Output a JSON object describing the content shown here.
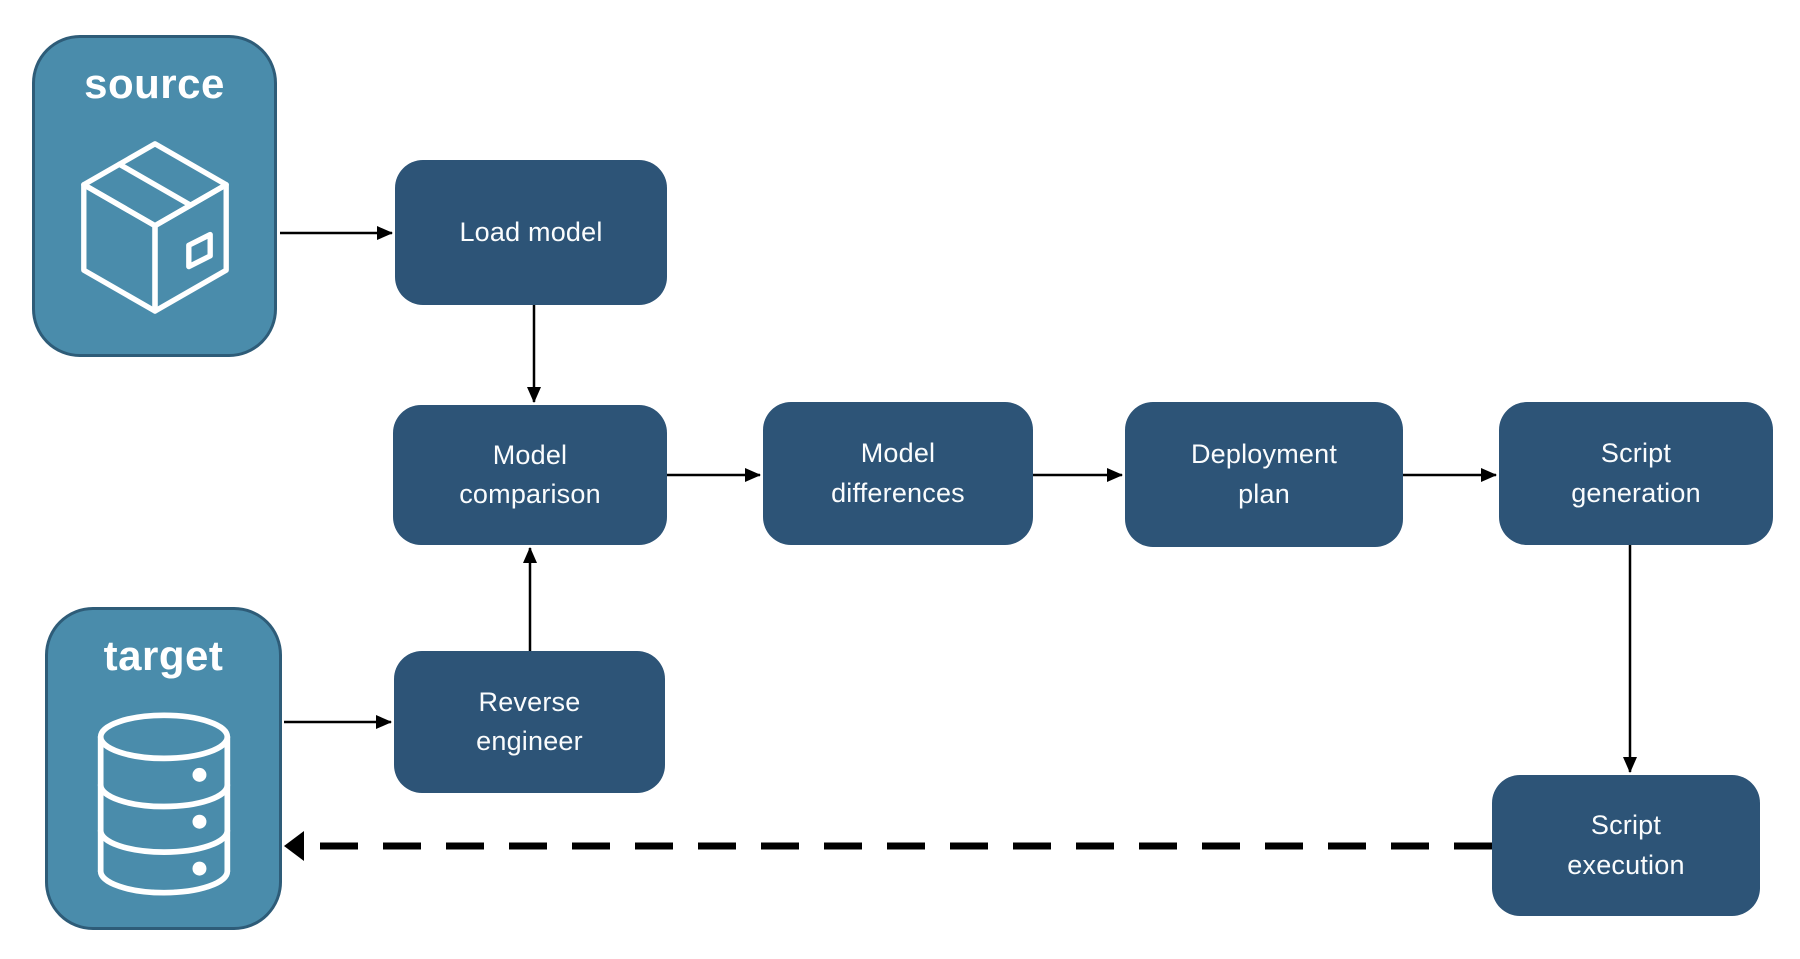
{
  "diagram": {
    "endpoints": {
      "source": {
        "label": "source",
        "icon": "package-icon"
      },
      "target": {
        "label": "target",
        "icon": "database-icon"
      }
    },
    "nodes": {
      "load_model": "Load model",
      "model_comparison": "Model\ncomparison",
      "model_differences": "Model\ndifferences",
      "deployment_plan": "Deployment\nplan",
      "script_generation": "Script\ngeneration",
      "reverse_engineer": "Reverse\nengineer",
      "script_execution": "Script\nexecution"
    },
    "edges": [
      {
        "from": "source",
        "to": "load_model",
        "style": "solid"
      },
      {
        "from": "load_model",
        "to": "model_comparison",
        "style": "solid"
      },
      {
        "from": "target",
        "to": "reverse_engineer",
        "style": "solid"
      },
      {
        "from": "reverse_engineer",
        "to": "model_comparison",
        "style": "solid"
      },
      {
        "from": "model_comparison",
        "to": "model_differences",
        "style": "solid"
      },
      {
        "from": "model_differences",
        "to": "deployment_plan",
        "style": "solid"
      },
      {
        "from": "deployment_plan",
        "to": "script_generation",
        "style": "solid"
      },
      {
        "from": "script_generation",
        "to": "script_execution",
        "style": "solid"
      },
      {
        "from": "script_execution",
        "to": "target",
        "style": "dashed"
      }
    ],
    "colors": {
      "node_fill": "#2D5477",
      "node_text": "#FAFCFD",
      "endpoint_fill": "#4A8CAB",
      "endpoint_border": "#2E5C78",
      "endpoint_text": "#FFFFFF",
      "arrow": "#000000",
      "background": "#FFFFFF"
    }
  }
}
